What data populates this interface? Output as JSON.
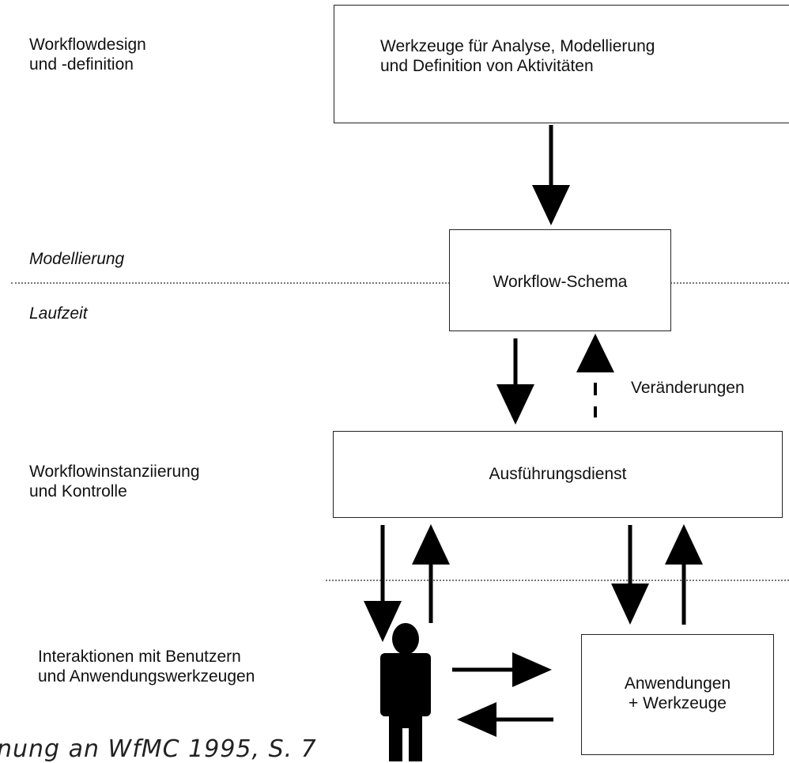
{
  "left_labels": {
    "design": [
      "Workflowdesign",
      "und -definition"
    ],
    "modelling": "Modellierung",
    "runtime": "Laufzeit",
    "instantiation": [
      "Workflowinstanziierung",
      "und Kontrolle"
    ],
    "interaction": [
      "Interaktionen mit Benutzern",
      "und Anwendungswerkzeugen"
    ]
  },
  "boxes": {
    "tools": [
      "Werkzeuge für Analyse, Modellierung",
      "und Definition von Aktivitäten"
    ],
    "schema": "Workflow-Schema",
    "execution": "Ausführungsdienst",
    "applications": [
      "Anwendungen",
      "+ Werkzeuge"
    ]
  },
  "annotations": {
    "changes": "Veränderungen"
  },
  "caption": "nung an WfMC 1995, S. 7"
}
